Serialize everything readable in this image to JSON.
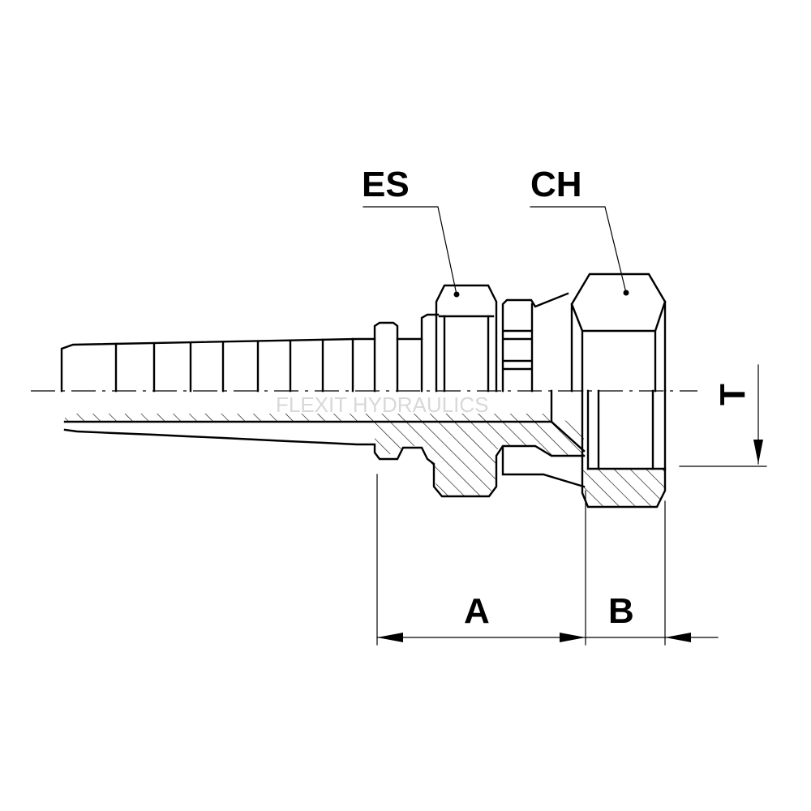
{
  "labels": {
    "es": "ES",
    "ch": "CH",
    "t": "T",
    "a": "A",
    "b": "B"
  },
  "watermark": "FLEXIT HYDRAULICS",
  "colors": {
    "line": "#000000",
    "background": "#ffffff",
    "watermark": "#d8d8d8"
  }
}
